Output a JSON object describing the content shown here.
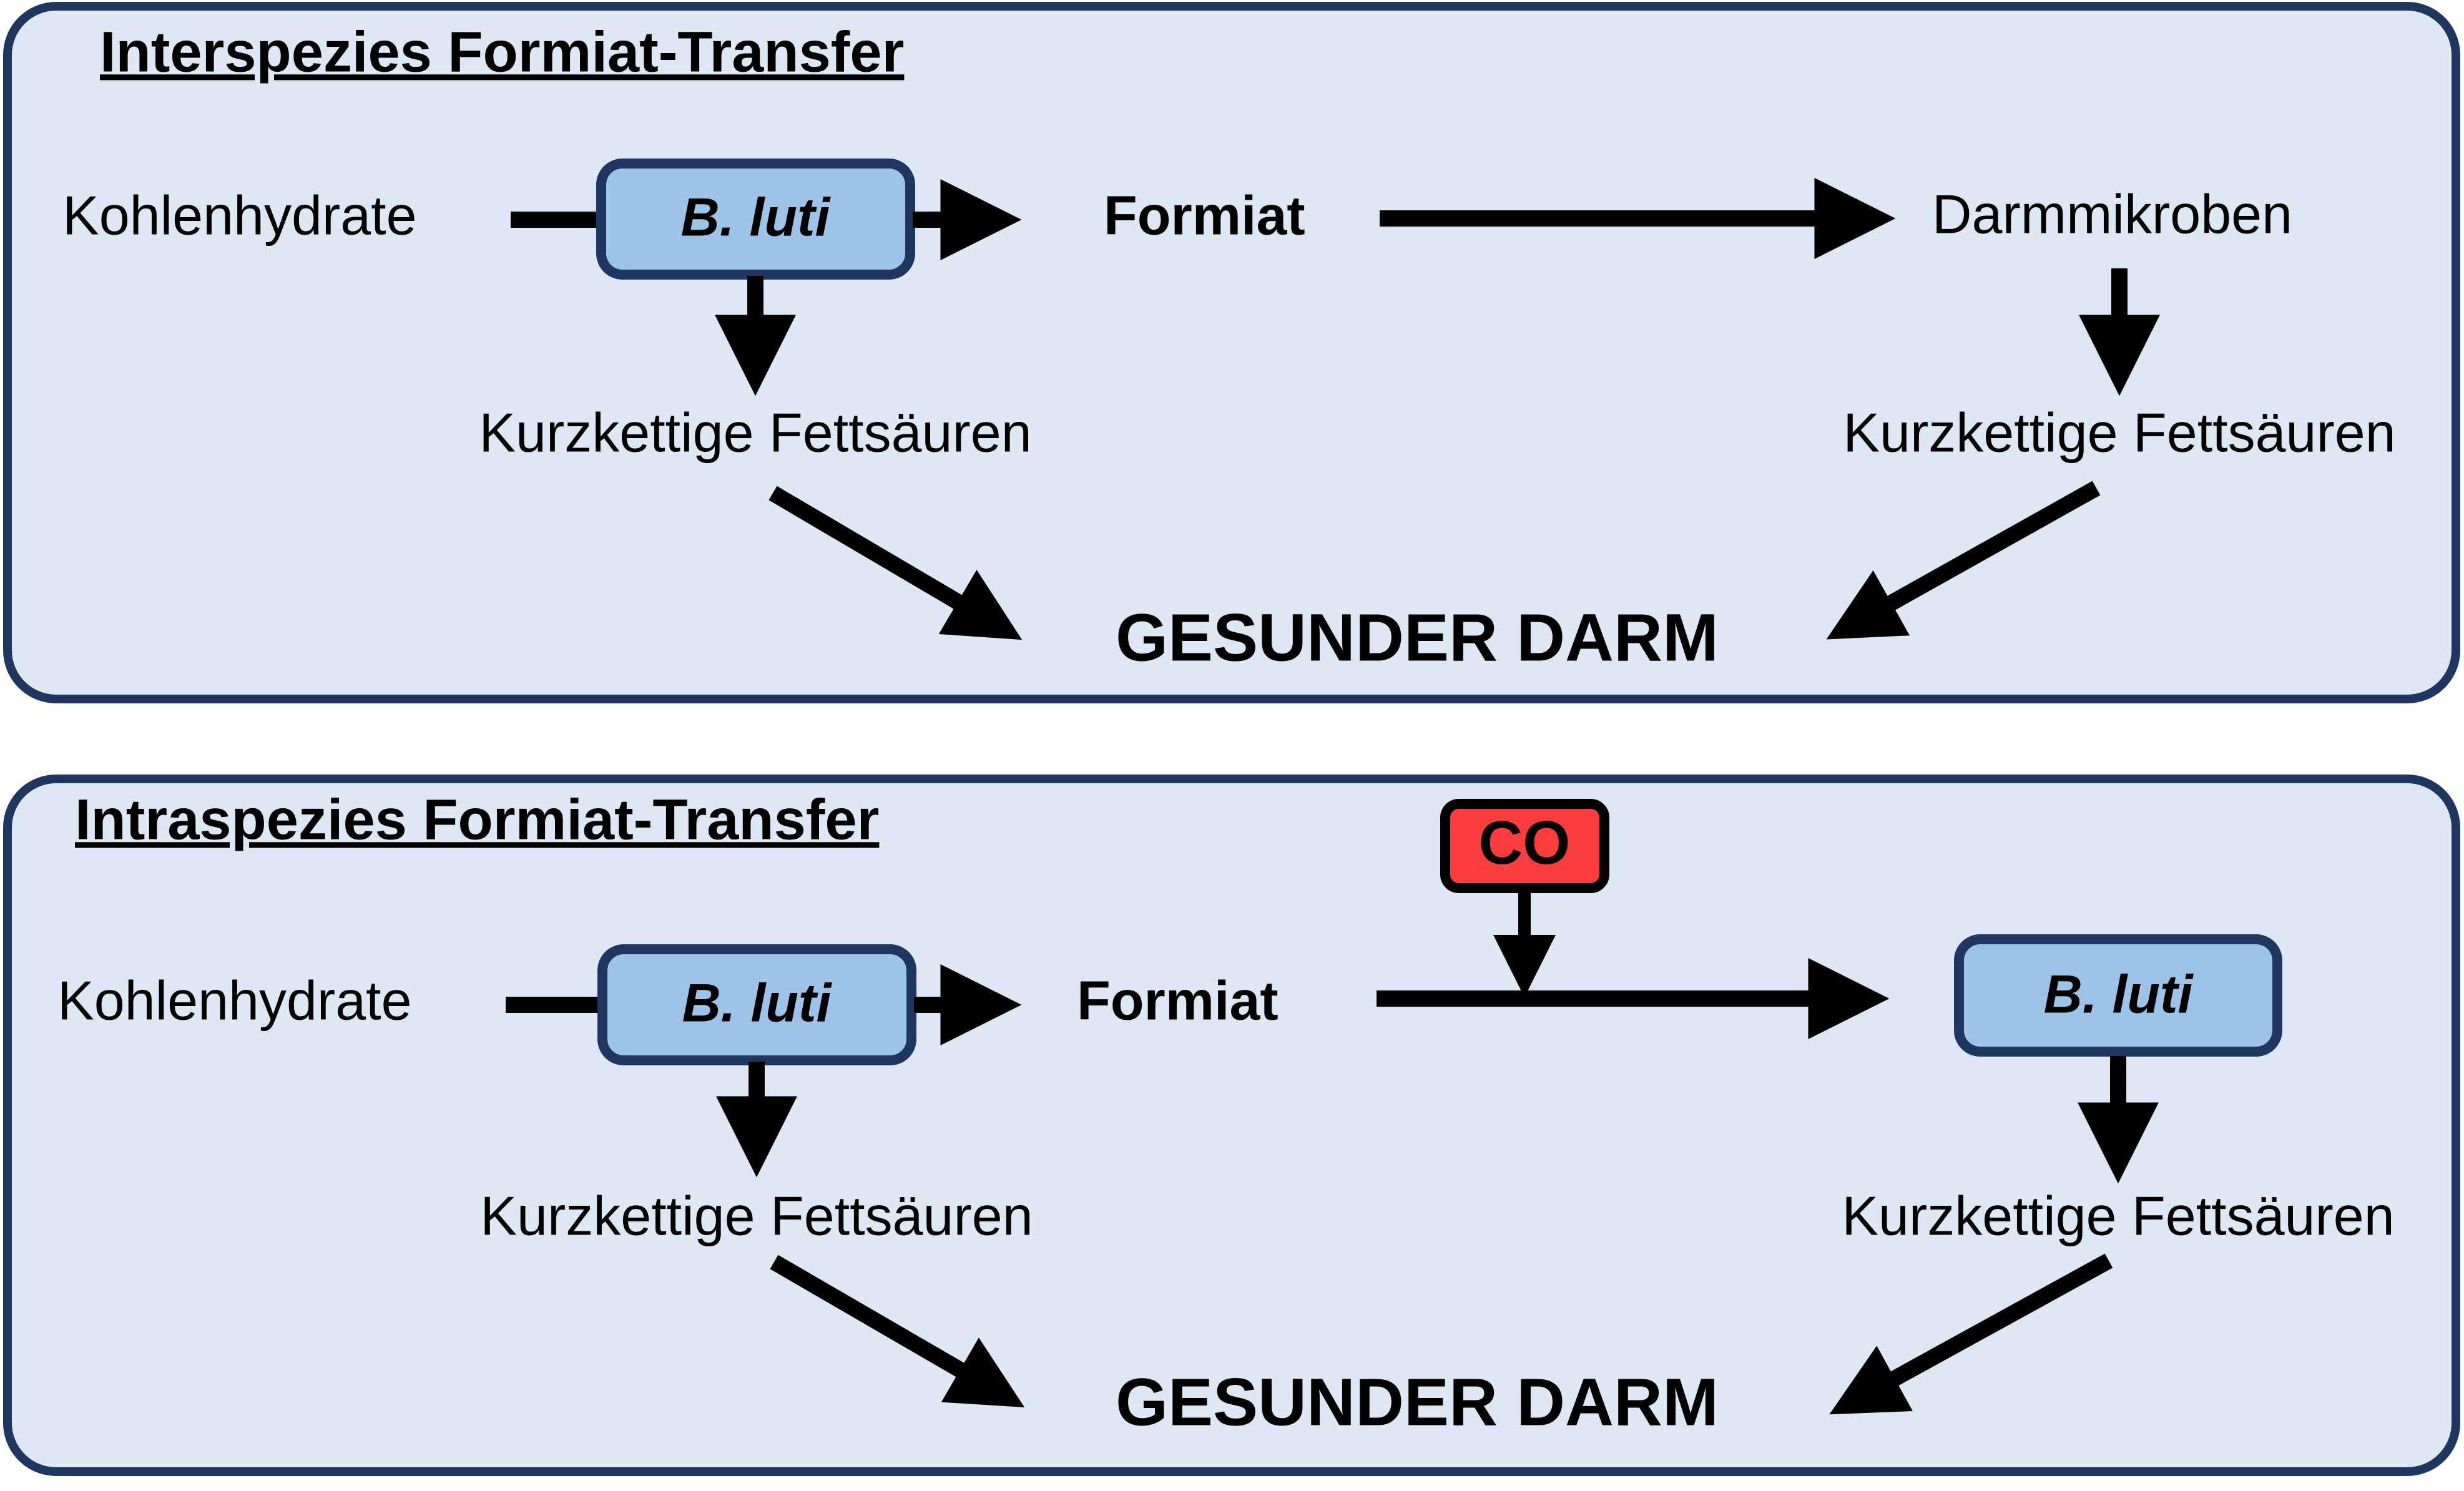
{
  "colors": {
    "panel_fill": "#dee8f5",
    "panel_stroke": "#1f3661",
    "organism_box_fill": "#9dc3e6",
    "organism_box_stroke": "#1f3661",
    "co_box_fill": "#fc3d3d",
    "co_box_stroke": "#000000",
    "arrow": "#000000",
    "text": "#000000",
    "background": "#ffffff"
  },
  "panels": [
    {
      "id": "interspecies",
      "title": "Interspezies Formiat-Transfer",
      "nodes": {
        "substrate": "Kohlenhydrate",
        "organism_left": "B. luti",
        "metabolite": "Formiat",
        "partner": "Darmmikroben",
        "product_left": "Kurzkettige Fettsäuren",
        "product_right": "Kurzkettige Fettsäuren",
        "outcome": "GESUNDER DARM"
      }
    },
    {
      "id": "intraspecies",
      "title": "Intraspezies Formiat-Transfer",
      "nodes": {
        "substrate": "Kohlenhydrate",
        "organism_left": "B. luti",
        "metabolite": "Formiat",
        "modulator": "CO",
        "organism_right": "B. luti",
        "product_left": "Kurzkettige Fettsäuren",
        "product_right": "Kurzkettige Fettsäuren",
        "outcome": "GESUNDER DARM"
      }
    }
  ]
}
